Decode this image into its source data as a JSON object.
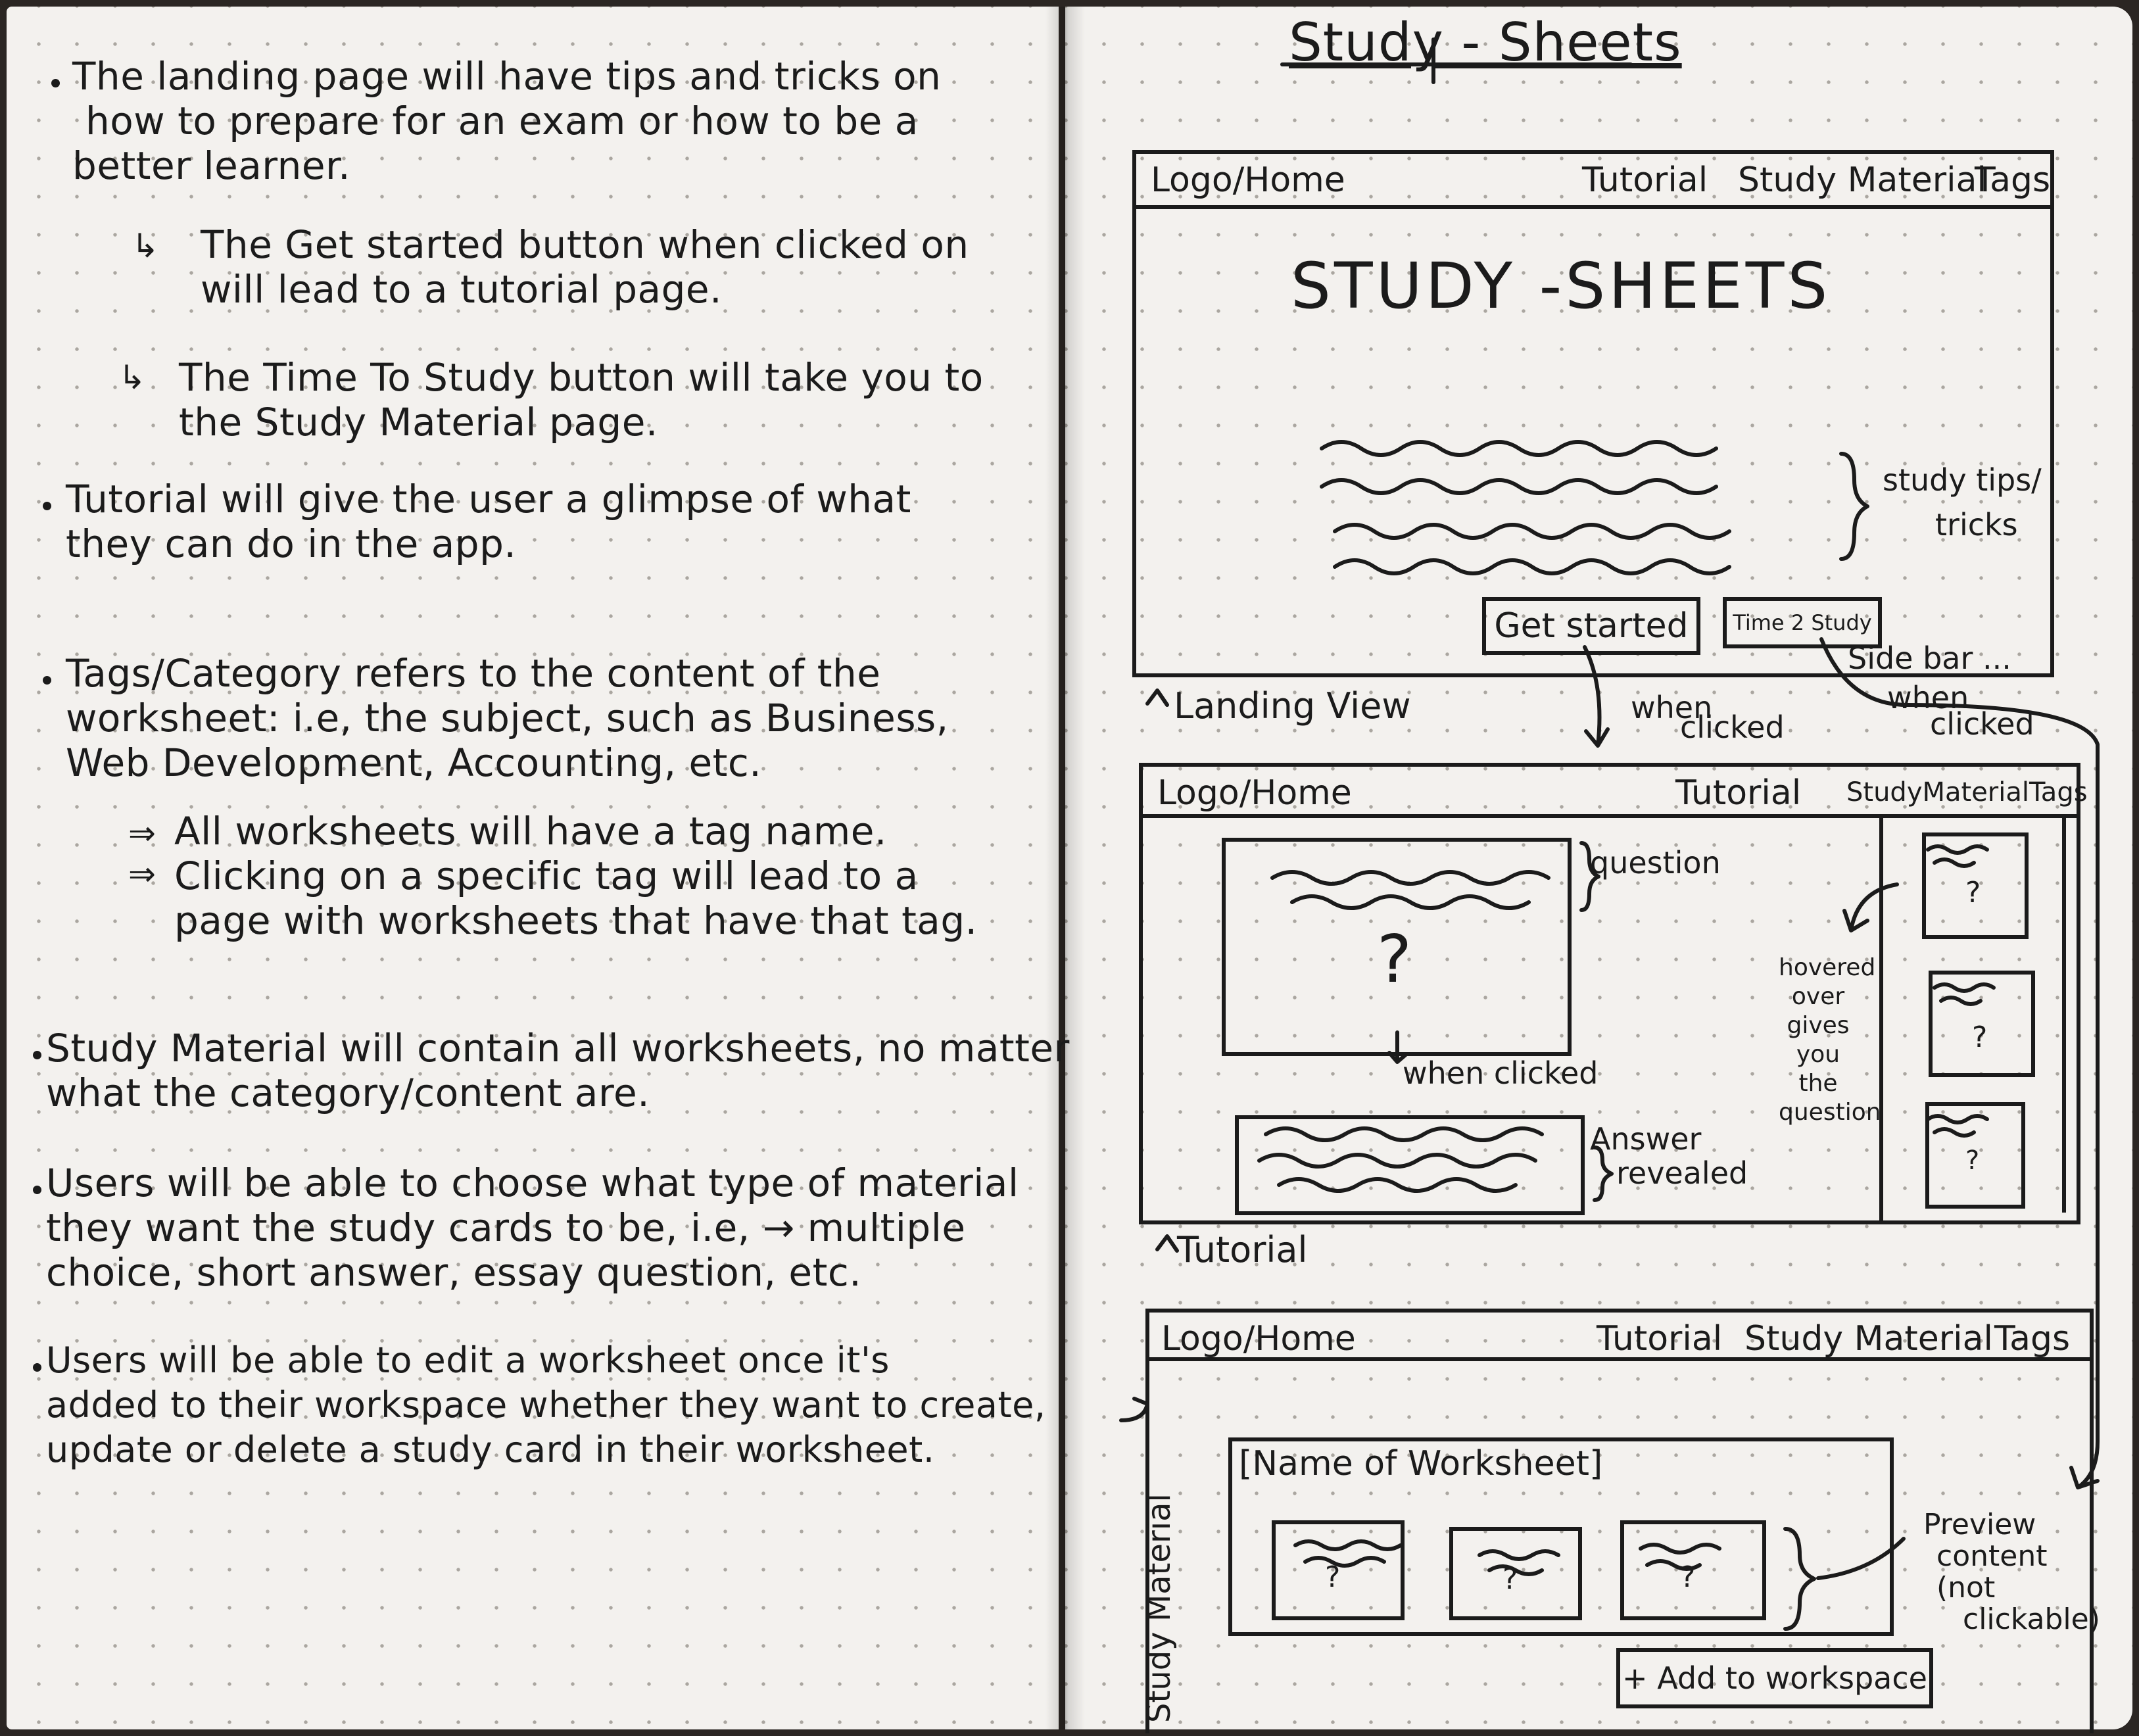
{
  "left_notes": [
    {
      "id": "n1",
      "lines": [
        "The landing page will have tips and tricks on",
        "how to prepare for an exam or how to be a",
        "better learner."
      ]
    },
    {
      "id": "n1a",
      "lines": [
        "The Get started button when clicked on",
        "will lead to a tutorial page."
      ]
    },
    {
      "id": "n1b",
      "lines": [
        "The Time To Study button will take you to",
        "the Study Material page."
      ]
    },
    {
      "id": "n2",
      "lines": [
        "Tutorial will give the user a glimpse of what",
        "they can do in the app."
      ]
    },
    {
      "id": "n3",
      "lines": [
        "Tags/Category refers to the content of the",
        "worksheet: i.e, the subject, such as Business,",
        "Web Development, Accounting, etc."
      ]
    },
    {
      "id": "n3a",
      "lines": [
        "All worksheets will have a tag name."
      ]
    },
    {
      "id": "n3b",
      "lines": [
        "Clicking on a specific tag will lead to a",
        "page with worksheets that have that tag."
      ]
    },
    {
      "id": "n4",
      "lines": [
        "Study Material will contain all worksheets, no matter",
        "what the category/content are."
      ]
    },
    {
      "id": "n5",
      "lines": [
        "Users will be able to choose what type of material",
        "they want the study cards to be, i.e, → multiple",
        "choice, short answer, essay question, etc."
      ]
    },
    {
      "id": "n6",
      "lines": [
        "Users will be able to edit a worksheet once it's",
        "added to their workspace whether they want to create,",
        "update or delete a study card in their worksheet."
      ]
    }
  ],
  "title": "Study - Sheets",
  "nav": {
    "logo": "Logo/Home",
    "tutorial": "Tutorial",
    "study_material": "Study Material",
    "study_material_short": "StudyMaterialTags",
    "tags": "Tags"
  },
  "landing": {
    "heading": "STUDY -SHEETS",
    "tips_label_1": "study tips/",
    "tips_label_2": "tricks",
    "get_started": "Get started",
    "time_to_study": "Time 2 Study",
    "side_bar_note": "Side bar ...",
    "caption": "Landing View",
    "when_clicked_1": "when",
    "when_clicked_2": "clicked"
  },
  "tutorial": {
    "question_label": "question",
    "question_mark": "?",
    "when_clicked": "when clicked",
    "answer_label_1": "Answer",
    "answer_label_2": "revealed",
    "hover_note": [
      "hovered",
      "over",
      "gives",
      "you",
      "the",
      "question"
    ],
    "caption": "Tutorial"
  },
  "study_material": {
    "worksheet_name": "[Name of Worksheet]",
    "preview_label": [
      "Preview",
      "content",
      "(not",
      "clickable)"
    ],
    "add_button": "+ Add to workspace",
    "side_caption": "Study Material"
  }
}
